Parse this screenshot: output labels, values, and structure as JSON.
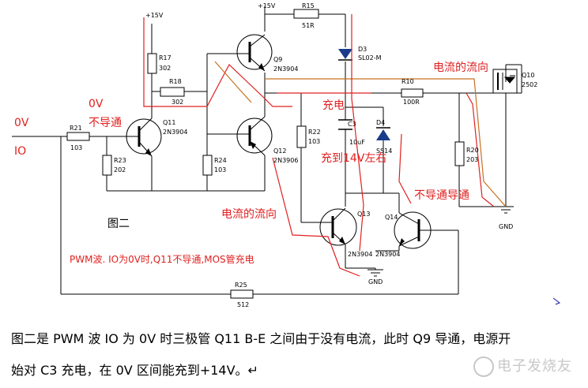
{
  "labels": {
    "v15a": "+15V",
    "v15b": "+15V",
    "r15": "R15",
    "r15v": "51R",
    "r17": "R17",
    "r17v": "302",
    "r18": "R18",
    "r18v": "302",
    "q9": "Q9",
    "q9t": "2N3904",
    "d3": "D3",
    "d3t": "SL02-M",
    "r10": "R10",
    "r10v": "100R",
    "q10": "Q10",
    "q10t": "2502",
    "r21": "R21",
    "r21v": "103",
    "q11": "Q11",
    "q11t": "2N3904",
    "r23": "R23",
    "r23v": "202",
    "r24": "R24",
    "r24v": "103",
    "q12": "Q12",
    "q12t": "2N3906",
    "r22": "R22",
    "r22v": "103",
    "c3": "C3",
    "c3v": "10uF",
    "d4": "D4",
    "d4t": "SS14",
    "r20": "R20",
    "r20v": "203",
    "q13": "Q13",
    "q13t": "2N3904",
    "q14": "Q14",
    "q14t": "2N3904",
    "gnd1": "GND",
    "gnd2": "GND",
    "r25": "R25",
    "r25v": "512",
    "io": "IO",
    "fig": "图二"
  },
  "annotations": {
    "ov_io": "0V",
    "ov_q11": "0V",
    "not_conduct": "不导通",
    "current_flow_top": "电流的流向",
    "charging": "充电",
    "charge_to": "充到14V左右",
    "not_conduct_conduct": "不导通导通",
    "current_flow_mid": "电流的流向",
    "pwm_note": "PWM波. IO为0V时,Q11不导通,MOS管充电"
  },
  "caption": {
    "line1": "图二是 PWM 波  IO 为 0V 时三极管 Q11 B-E 之间由于没有电流，此时 Q9 导通，电源开",
    "line2": "始对 C3 充电，在 0V 区间能充到+14V。↵"
  },
  "watermark": "电子发烧友",
  "colors": {
    "wire": "#000000",
    "red": "#e02020",
    "orange": "#c87020",
    "annotation": "#e02020",
    "arrow": "#1a1aa0"
  }
}
